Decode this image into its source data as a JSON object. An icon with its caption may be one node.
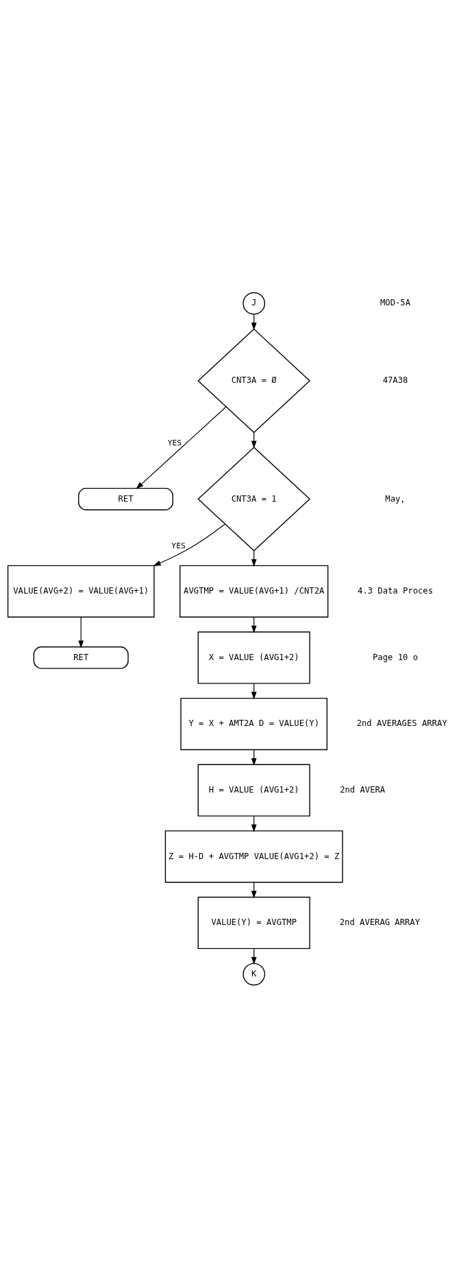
{
  "diagram": {
    "nodes": [
      {
        "text": [
          "J"
        ]
      },
      {
        "text": [
          "CNT3A = Ø"
        ]
      },
      {
        "text": [
          "RET"
        ]
      },
      {
        "text": [
          "CNT3A = 1"
        ]
      },
      {
        "text": [
          "VALUE(AVG+2) = VALUE(AVG+1)"
        ]
      },
      {
        "text": [
          "RET"
        ]
      },
      {
        "text": [
          "AVGTMP = VALUE(AVG+1) /CNT2A"
        ]
      },
      {
        "text": [
          "X = VALUE (AVG1+2)"
        ]
      },
      {
        "text": [
          "Y = X + AMT2A D = VALUE(Y)"
        ]
      },
      {
        "text": [
          "H = VALUE (AVG1+2)"
        ]
      },
      {
        "text": [
          "Z = H-D + AVGTMP VALUE(AVG1+2) = Z"
        ]
      },
      {
        "text": [
          "VALUE(Y) = AVGTMP"
        ]
      },
      {
        "text": [
          "K"
        ]
      }
    ],
    "edges": [
      {
        "from": 0,
        "to": 1,
        "arrow": "to"
      },
      {
        "from": 1,
        "to": 2,
        "arrow": "to",
        "label": "YES"
      },
      {
        "from": 1,
        "to": 3,
        "arrow": "to"
      },
      {
        "from": 3,
        "to": 4,
        "arrow": "to",
        "label": "YES"
      },
      {
        "from": 4,
        "to": 5,
        "arrow": "to"
      },
      {
        "from": 3,
        "to": 6,
        "arrow": "to"
      },
      {
        "from": 6,
        "to": 7,
        "arrow": "to"
      },
      {
        "from": 7,
        "to": 8,
        "arrow": "to"
      },
      {
        "from": 8,
        "to": 9,
        "arrow": "to"
      },
      {
        "from": 9,
        "to": 10,
        "arrow": "to"
      },
      {
        "from": 10,
        "to": 11,
        "arrow": "to"
      },
      {
        "from": 11,
        "to": 12,
        "arrow": "to"
      }
    ],
    "labels": [
      "MOD-5A",
      "47A38",
      "May,",
      "4.3 Data Proces",
      "Page 10 o",
      "2nd AVERAGES ARRAY",
      "2nd AVERA",
      "2nd AVERAG ARRAY"
    ]
  }
}
